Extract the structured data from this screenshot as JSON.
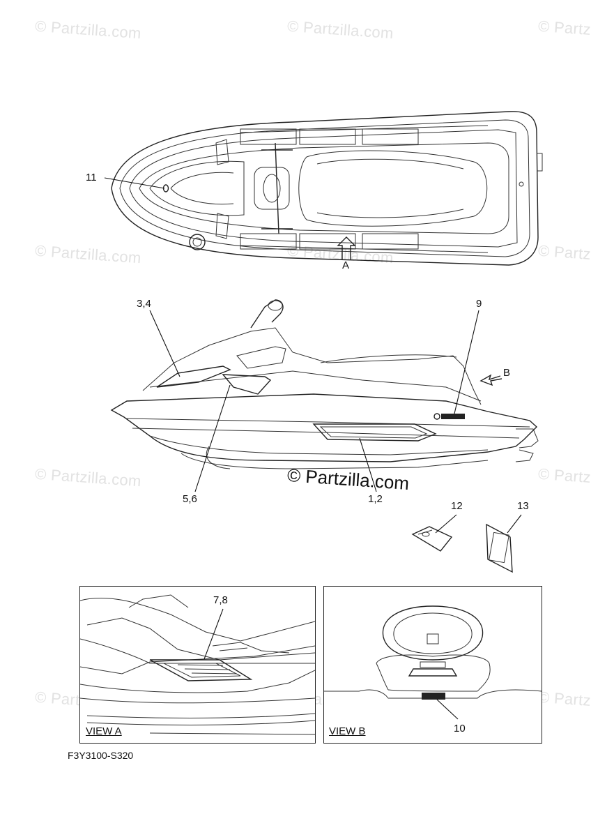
{
  "watermark": "© Partzilla.com",
  "center_watermark": "© Partzilla.com",
  "callouts": {
    "c11": "11",
    "c34": "3,4",
    "c9": "9",
    "cB": "B",
    "cA": "A",
    "c56": "5,6",
    "c12": "1,2",
    "c12b": "12",
    "c13": "13",
    "c78": "7,8",
    "c10": "10"
  },
  "views": {
    "view_a": "VIEW A",
    "view_b": "VIEW B"
  },
  "figure_code": "F3Y3100-S320"
}
